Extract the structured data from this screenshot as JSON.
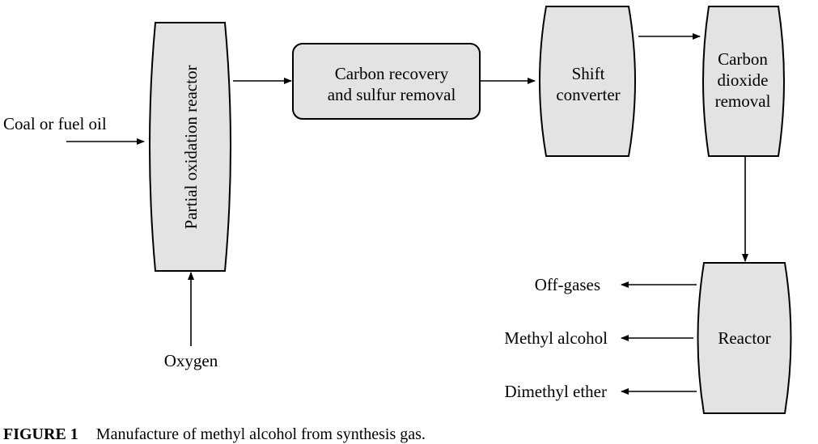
{
  "units": {
    "partial_oxidation_reactor": "Partial oxidation reactor",
    "carbon_recovery": [
      "Carbon recovery",
      "and sulfur removal"
    ],
    "shift_converter": [
      "Shift",
      "converter"
    ],
    "co2_removal": [
      "Carbon",
      "dioxide",
      "removal"
    ],
    "reactor": "Reactor"
  },
  "streams": {
    "feed": "Coal or fuel oil",
    "oxygen": "Oxygen",
    "off_gases": "Off-gases",
    "methyl_alcohol": "Methyl alcohol",
    "dimethyl_ether": "Dimethyl ether"
  },
  "caption": {
    "figure_label": "FIGURE 1",
    "text": "Manufacture of methyl alcohol from synthesis gas."
  }
}
